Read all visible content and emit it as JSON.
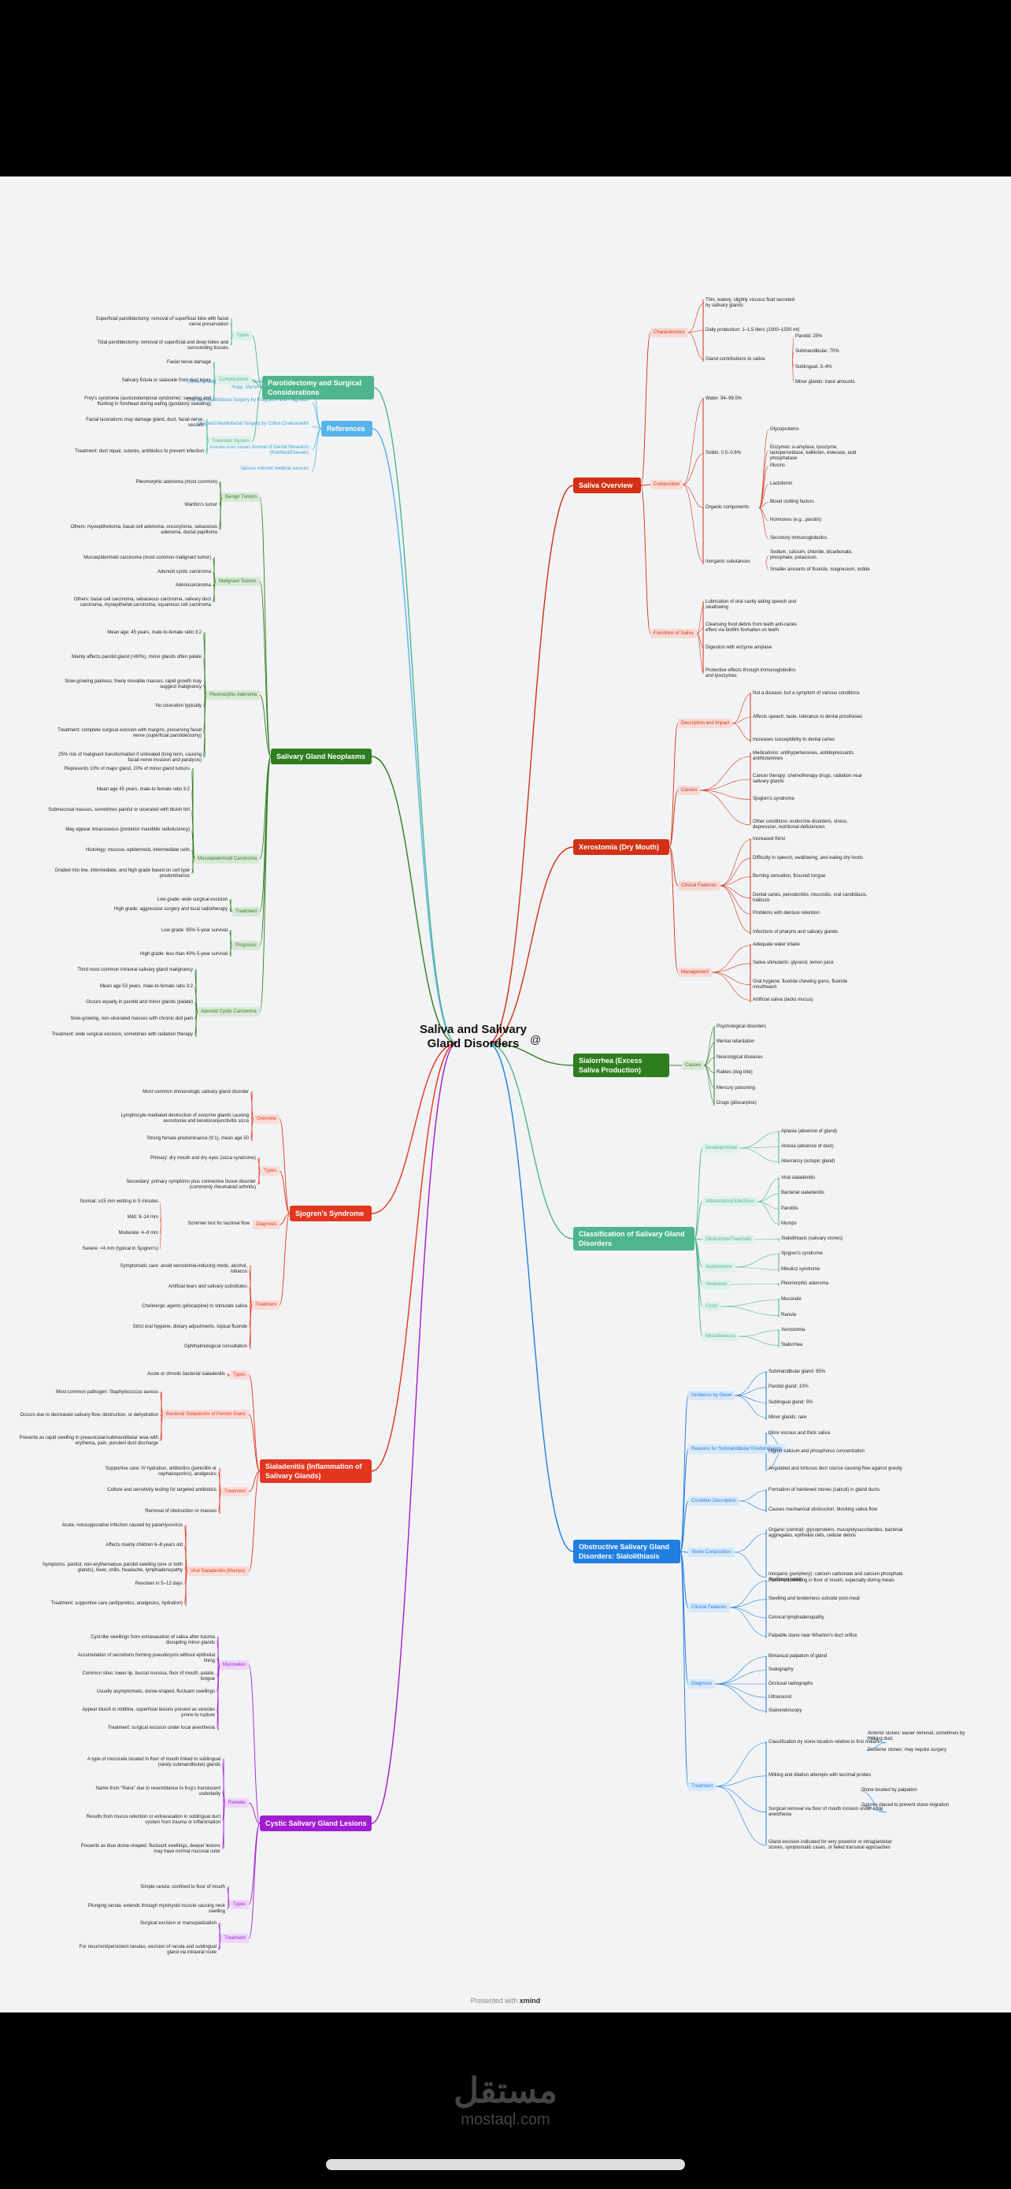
{
  "map": {
    "center": "Saliva and Salivary Gland Disorders",
    "center_icon": "@",
    "footer_prefix": "Presented with",
    "footer_brand": "xmind"
  },
  "watermark": {
    "arabic": "مستقل",
    "latin": "mostaql.com"
  },
  "colors": {
    "references": "#56b4e9",
    "surgery": "#4fb58f",
    "neoplasms": "#2e7d1e",
    "sjogren": "#e33620",
    "sialadenitis": "#e33620",
    "cystic": "#a21cd1",
    "saliva": "#d23115",
    "xerostomia": "#d23115",
    "sialorrhea": "#2e7d1e",
    "classification": "#4fb58f",
    "obstructive": "#1f7ee0"
  },
  "left": {
    "references": {
      "label": "References",
      "items": [
        "Contemporary Oral and Maxillofacial Surgery by James R. Hupp, Myron R. Tucker, Edward Ellis",
        "Oral and Maxillofacial Surgery by Fragiskos and Fragiskos",
        "Oral and Maxillofacial Surgery by Chitra Chakravarthi",
        "Articles from Indian Journal of Dental Research (PubMed/Elsevier)",
        "Various internet medical sources"
      ]
    },
    "surgery": {
      "label": "Parotidectomy and Surgical Considerations",
      "subs": [
        {
          "label": "Types",
          "leaves": [
            "Superficial parotidectomy: removal of superficial lobe with facial nerve preservation",
            "Total parotidectomy: removal of superficial and deep lobes and surrounding tissues"
          ]
        },
        {
          "label": "Complications",
          "leaves": [
            "Facial nerve damage",
            "Salivary fistula or sialocele from duct injury",
            "Frey's syndrome (auriculotemporal syndrome): sweating and flushing in forehead during eating (gustatory sweating)"
          ]
        },
        {
          "label": "Traumatic Injuries",
          "leaves": [
            "Facial lacerations may damage gland, duct, facial nerve, vessels",
            "Treatment: duct repair, sutures, antibiotics to prevent infection"
          ]
        }
      ]
    },
    "neoplasms": {
      "label": "Salivary Gland Neoplasms",
      "subs": [
        {
          "label": "Benign Tumors",
          "leaves": [
            "Pleomorphic adenoma (most common)",
            "Warthin's tumor",
            "Others: myoepithelioma, basal cell adenoma, oncocytoma, sebaceous adenoma, ductal papilloma"
          ]
        },
        {
          "label": "Malignant Tumors",
          "leaves": [
            "Mucoepidermoid carcinoma (most common malignant tumor)",
            "Adenoid cystic carcinoma",
            "Adenocarcinoma",
            "Others: basal cell carcinoma, sebaceous carcinoma, salivary duct carcinoma, myoepithelial carcinoma, squamous cell carcinoma"
          ]
        },
        {
          "label": "Pleomorphic Adenoma",
          "leaves": [
            "Mean age: 45 years, male-to-female ratio 3:2",
            "Mainly affects parotid gland (>80%), minor glands often palate",
            "Slow-growing painless, freely movable masses, rapid growth may suggest malignancy",
            "No ulceration typically",
            "Treatment: complete surgical excision with margins, preserving facial nerve (superficial parotidectomy)",
            "25% risk of malignant transformation if untreated (long term, causing facial nerve invasion and paralysis)"
          ]
        },
        {
          "label": "Mucoepidermoid Carcinoma",
          "leaves": [
            "Represents 10% of major gland, 20% of minor gland tumors",
            "Mean age 45 years, male-to-female ratio 3:2",
            "Submucosal masses, sometimes painful or ulcerated with bluish tint",
            "May appear intraosseous (posterior mandible radiolucency)",
            "Histology: mucous, epidermoid, intermediate cells",
            "Graded into low, intermediate, and high grade based on cell type predominance"
          ]
        },
        {
          "label": "Treatment",
          "leaves": [
            "Low grade: wide surgical excision",
            "High grade: aggressive surgery and local radiotherapy"
          ]
        },
        {
          "label": "Prognosis",
          "leaves": [
            "Low grade: 95% 5-year survival",
            "High grade: less than 40% 5-year survival"
          ]
        },
        {
          "label": "Adenoid Cystic Carcinoma",
          "leaves": [
            "Third most common intraoral salivary gland malignancy",
            "Mean age 53 years, male-to-female ratio 3:2",
            "Occurs equally in parotid and minor glands (palate)",
            "Slow-growing, non-ulcerated masses with chronic dull pain",
            "Treatment: wide surgical excision, sometimes with radiation therapy"
          ]
        }
      ]
    },
    "sjogren": {
      "label": "Sjogren's Syndrome",
      "subs": [
        {
          "label": "Overview",
          "leaves": [
            "Most common immunologic salivary gland disorder",
            "Lymphocyte-mediated destruction of exocrine glands causing xerostomia and keratoconjunctivitis sicca",
            "Strong female predominance (9:1), mean age 50"
          ]
        },
        {
          "label": "Types",
          "leaves": [
            "Primary: dry mouth and dry eyes (sicca syndrome)",
            "Secondary: primary symptoms plus connective tissue disorder (commonly rheumatoid arthritis)"
          ]
        },
        {
          "label": "Diagnosis",
          "schirmer": "Schirmer test for lacrimal flow",
          "leaves": [
            "Normal: ≥15 mm wetting in 5 minutes",
            "Mild: 9–14 mm",
            "Moderate: 4–8 mm",
            "Severe: <4 mm (typical in Sjogren's)"
          ]
        },
        {
          "label": "Treatment",
          "leaves": [
            "Symptomatic care: avoid xerostomia-inducing meds, alcohol, tobacco",
            "Artificial tears and salivary substitutes",
            "Cholinergic agents (pilocarpine) to stimulate saliva",
            "Strict oral hygiene, dietary adjustments, topical fluoride",
            "Ophthalmological consultation"
          ]
        }
      ]
    },
    "sialadenitis": {
      "label": "Sialadenitis (Inflammation of Salivary Glands)",
      "subs": [
        {
          "label": "Types",
          "leaves": [
            "Acute or chronic bacterial sialadenitis"
          ]
        },
        {
          "label": "Bacterial Sialadenitis of Parotid Gland",
          "leaves": [
            "Most common pathogen: Staphylococcus aureus",
            "Occurs due to decreased salivary flow, obstruction, or dehydration",
            "Presents as rapid swelling in preauricular/submandibular area with erythema, pain, purulent duct discharge"
          ]
        },
        {
          "label": "Treatment",
          "leaves": [
            "Supportive care: IV hydration, antibiotics (penicillin or cephalosporins), analgesics",
            "Culture and sensitivity testing for targeted antibiotics",
            "Removal of obstruction or masses"
          ]
        },
        {
          "label": "Viral Sialadenitis (Mumps)",
          "leaves": [
            "Acute, nonsuppurative infection caused by paramyxovirus",
            "Affects mainly children 6–8 years old",
            "Symptoms: painful, non-erythematous parotid swelling (one or both glands), fever, chills, headache, lymphadenopathy",
            "Resolves in 5–12 days",
            "Treatment: supportive care (antipyretics, analgesics, hydration)"
          ]
        }
      ]
    },
    "cystic": {
      "label": "Cystic Salivary Gland Lesions",
      "subs": [
        {
          "label": "Mucoceles",
          "leaves": [
            "Cyst-like swellings from extravasation of saliva after trauma disrupting minor glands",
            "Accumulation of secretions forming pseudocysts without epithelial lining",
            "Common sites: lower lip, buccal mucosa, floor of mouth, palate, tongue",
            "Usually asymptomatic, dome-shaped, fluctuant swellings",
            "Appear bluish to mildline, superficial lesions present as vesicles prone to rupture",
            "Treatment: surgical excision under local anesthesia"
          ]
        },
        {
          "label": "Ranulas",
          "leaves": [
            "A type of mucocele located in floor of mouth linked to sublingual (rarely submandibular) glands",
            "Name from \"Rana\" due to resemblance to frog's translucent underbelly",
            "Results from mucus retention or extravasation in sublingual duct system from trauma or inflammation",
            "Presents as blue dome-shaped, fluctuant swellings, deeper lesions may have normal mucosal color"
          ]
        },
        {
          "label": "Types",
          "leaves": [
            "Simple ranula: confined to floor of mouth",
            "Plunging ranula: extends through mylohyoid muscle causing neck swelling"
          ]
        },
        {
          "label": "Treatment",
          "leaves": [
            "Surgical excision or marsupialization",
            "For recurrent/persistent ranulas, excision of ranula and sublingual gland via intraoral route"
          ]
        }
      ]
    }
  },
  "right": {
    "saliva": {
      "label": "Saliva Overview",
      "subs": [
        {
          "label": "Characteristics",
          "leaves": [
            "Thin, watery, slightly viscous fluid secreted by salivary glands",
            "Daily production: 1–1.5 liters (1000–1500 ml)",
            "Gland contributions to saliva"
          ],
          "gland": [
            "Parotid: 25%",
            "Submandibular: 70%",
            "Sublingual: 3–4%",
            "Minor glands: trace amounts"
          ]
        },
        {
          "label": "Composition",
          "leaves": [
            "Water: 94–99.5%",
            "Solids: 0.5–0.6%",
            "Organic components",
            "Inorganic substances"
          ],
          "organic": [
            "Glycoproteins",
            "Enzymes: α-amylase, lysozyme, lactoperoxidase, kallikrein, esterase, acid phosphatase",
            "Mucins",
            "Lactoferrin",
            "Blood clotting factors",
            "Hormones (e.g., parotin)",
            "Secretory immunoglobulins"
          ],
          "inorganic": [
            "Sodium, calcium, chloride, bicarbonate, phosphate, potassium",
            "Smaller amounts of fluoride, magnesium, iodide"
          ]
        },
        {
          "label": "Functions of Saliva",
          "leaves": [
            "Lubrication of oral cavity aiding speech and swallowing",
            "Cleansing food debris from teeth anti-caries effect via biofilm formation on teeth",
            "Digestion with enzyme amylase",
            "Protective effects through immunoglobulins and lysozymes"
          ]
        }
      ]
    },
    "xerostomia": {
      "label": "Xerostomia (Dry Mouth)",
      "subs": [
        {
          "label": "Description and Impact",
          "leaves": [
            "Not a disease, but a symptom of various conditions",
            "Affects speech, taste, tolerance to dental prostheses",
            "Increases susceptibility to dental caries"
          ]
        },
        {
          "label": "Causes",
          "leaves": [
            "Medications: antihypertensives, antidepressants, antihistamines",
            "Cancer therapy: chemotherapy drugs, radiation near salivary glands",
            "Sjogren's syndrome",
            "Other conditions: endocrine disorders, stress, depression, nutritional deficiencies"
          ]
        },
        {
          "label": "Clinical Features",
          "leaves": [
            "Increased thirst",
            "Difficulty in speech, swallowing, and eating dry foods",
            "Burning sensation, fissured tongue",
            "Dental caries, periodontitis, mucositis, oral candidiasis, halitosis",
            "Problems with denture retention",
            "Infections of pharynx and salivary glands"
          ]
        },
        {
          "label": "Management",
          "leaves": [
            "Adequate water intake",
            "Saliva stimulants: glycerol, lemon juice",
            "Oral hygiene: fluoride chewing gums, fluoride mouthwash",
            "Artificial saliva (lacks mucus)"
          ]
        }
      ]
    },
    "sialorrhea": {
      "label": "Sialorrhea (Excess Saliva Production)",
      "subs": [
        {
          "label": "Causes",
          "leaves": [
            "Psychological disorders",
            "Mental retardation",
            "Neurological diseases",
            "Rabies (dog bite)",
            "Mercury poisoning",
            "Drugs (pilocarpine)"
          ]
        }
      ]
    },
    "classification": {
      "label": "Classification of Salivary Gland Disorders",
      "subs": [
        {
          "label": "Developmental",
          "leaves": [
            "Aplasia (absence of gland)",
            "Atresia (absence of duct)",
            "Aberrancy (ectopic gland)"
          ]
        },
        {
          "label": "Inflammatory/Infectious",
          "leaves": [
            "Viral sialadenitis",
            "Bacterial sialadenitis",
            "Parotitis",
            "Mumps"
          ]
        },
        {
          "label": "Obstructive/Traumatic",
          "leaves": [
            "Sialolithiasis (salivary stones)"
          ]
        },
        {
          "label": "Autoimmune",
          "leaves": [
            "Sjogren's syndrome",
            "Mikulicz syndrome"
          ]
        },
        {
          "label": "Neoplastic",
          "leaves": [
            "Pleomorphic adenoma"
          ]
        },
        {
          "label": "Cystic",
          "leaves": [
            "Mucocele",
            "Ranula"
          ]
        },
        {
          "label": "Miscellaneous",
          "leaves": [
            "Xerostomia",
            "Sialorrhea"
          ]
        }
      ]
    },
    "obstructive": {
      "label": "Obstructive Salivary Gland Disorders: Sialolithiasis",
      "subs": [
        {
          "label": "Incidence by Gland",
          "leaves": [
            "Submandibular gland: 85%",
            "Parotid gland: 10%",
            "Sublingual gland: 5%",
            "Minor glands: rare"
          ]
        },
        {
          "label": "Reasons for Submandibular Predominance",
          "leaves": [
            "More viscous and thick saliva",
            "Higher calcium and phosphorus concentration",
            "Angulated and tortuous duct course causing flow against gravity"
          ]
        },
        {
          "label": "Condition Description",
          "leaves": [
            "Formation of hardened stones (calculi) in gland ducts",
            "Causes mechanical obstruction, blocking saliva flow"
          ]
        },
        {
          "label": "Stone Composition",
          "leaves": [
            "Organic (central): glycoproteins, mucopolysaccharides, bacterial aggregates, epithelial cells, cellular debris",
            "Inorganic (periphery): calcium carbonate and calcium phosphate (hydroxyapatite)"
          ]
        },
        {
          "label": "Clinical Features",
          "leaves": [
            "Recurrent swelling in floor of mouth, especially during meals",
            "Swelling and tenderness subside post-meal",
            "Cervical lymphadenopathy",
            "Palpable stone near Wharton's duct orifice"
          ]
        },
        {
          "label": "Diagnosis",
          "leaves": [
            "Bimanual palpation of gland",
            "Sialography",
            "Occlusal radiographs",
            "Ultrasound",
            "Sialoendoscopy"
          ]
        },
        {
          "label": "Treatment",
          "leaves": [
            "Classification by stone location relative to first molars",
            "Milking and dilation attempts with lacrimal probes",
            "Surgical removal via floor of mouth incision under local anesthesia",
            "Gland excision indicated for very posterior or intraglandular stones, symptomatic cases, or failed transoral approaches"
          ],
          "classification": [
            "Anterior stones: easier removal, sometimes by milking duct",
            "Posterior stones: may require surgery"
          ],
          "surgical": [
            "Stone located by palpation",
            "Sutures placed to prevent stone migration"
          ]
        }
      ]
    }
  }
}
